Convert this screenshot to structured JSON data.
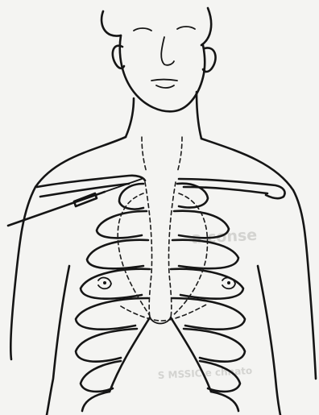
{
  "figure": {
    "subject": "needle-decompression-illustration",
    "show_through_text": [
      "a conse",
      "S  MSSIC  e  chnato"
    ]
  }
}
